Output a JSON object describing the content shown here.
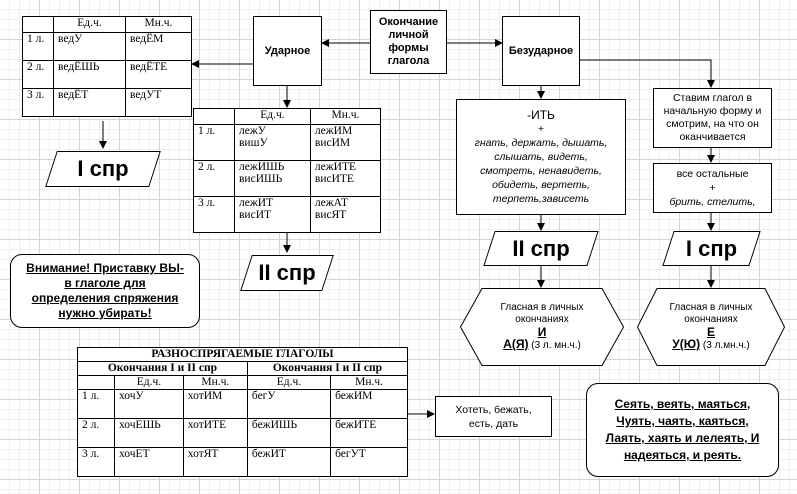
{
  "center": {
    "line1": "Окончание",
    "line2": "личной",
    "line3": "формы",
    "line4": "глагола"
  },
  "stressed": {
    "label": "Ударное"
  },
  "unstressed": {
    "label": "Безударное"
  },
  "table1": {
    "headers": [
      "",
      "Ед.ч.",
      "Мн.ч."
    ],
    "rows": [
      [
        "1 л.",
        "ведУ",
        "ведЁМ"
      ],
      [
        "2 л.",
        "ведЁШЬ",
        "ведЁТЕ"
      ],
      [
        "3 л.",
        "ведЁТ",
        "ведУТ"
      ]
    ]
  },
  "table2": {
    "headers": [
      "",
      "Ед.ч.",
      "Мн.ч."
    ],
    "rows": [
      {
        "p": "1 л.",
        "s1": "лежУ",
        "s2": "вишУ",
        "p1": "лежИМ",
        "p2": "висИМ"
      },
      {
        "p": "2 л.",
        "s1": "лежИШЬ",
        "s2": "висИШЬ",
        "p1": "лежИТЕ",
        "p2": "висИТЕ"
      },
      {
        "p": "3 л.",
        "s1": "лежИТ",
        "s2": "висИТ",
        "p1": "лежАТ",
        "p2": "висЯТ"
      }
    ]
  },
  "spr1_left": "I спр",
  "spr2_mid": "II спр",
  "warning": {
    "line1": "Внимание! Приставку ВЫ-",
    "line2": "в глаголе для",
    "line3": "определения спряжения",
    "line4": "нужно убирать!"
  },
  "ite_box": {
    "title": "-ИТЬ",
    "plus": "+",
    "l1": "гнать, держать, дышать,",
    "l2": "слышать, видеть,",
    "l3": "смотреть, ненавидеть,",
    "l4": "обидеть, вертеть,",
    "l5": "терпеть,зависеть"
  },
  "infinitive_box": {
    "l1": "Ставим глагол в",
    "l2": "начальную форму и",
    "l3": "смотрим, на что он",
    "l4": "оканчивается"
  },
  "others_box": {
    "l1": "все остальные",
    "plus": "+",
    "l2": "брить, стелить,"
  },
  "spr2_right": "II спр",
  "spr1_right": "I спр",
  "hex_left": {
    "l1": "Гласная в личных",
    "l2": "окончаниях",
    "vowel": "И",
    "vowel2": "А(Я)",
    "note": " (3 л. мн.ч.)"
  },
  "hex_right": {
    "l1": "Гласная в личных",
    "l2": "окончаниях",
    "vowel": "Е",
    "vowel2": "У(Ю)",
    "note": " (3 л.мн.ч.)"
  },
  "table3": {
    "title": "РАЗНОСПРЯГАЕМЫЕ ГЛАГОЛЫ",
    "sub1": "Окончания  I и II спр",
    "sub2": "Окончания  I и II спр",
    "headers": [
      "",
      "Ед.ч.",
      "Мн.ч.",
      "Ед.ч.",
      "Мн.ч."
    ],
    "rows": [
      [
        "1 л.",
        "хочУ",
        "хотИМ",
        "бегУ",
        "бежИМ"
      ],
      [
        "2 л.",
        "хочЕШЬ",
        "хотИТЕ",
        "бежИШЬ",
        "бежИТЕ"
      ],
      [
        "3 л.",
        "хочЕТ",
        "хотЯТ",
        "бежИТ",
        "бегУТ"
      ]
    ]
  },
  "want_box": {
    "l1": "Хотеть, бежать,",
    "l2": "есть, дать"
  },
  "exceptions_box": {
    "l1": "Сеять, веять, маяться,",
    "l2": "Чуять, чаять, каяться,",
    "l3": "Лаять, хаять и лелеять, И",
    "l4": "надеяться, и реять."
  }
}
